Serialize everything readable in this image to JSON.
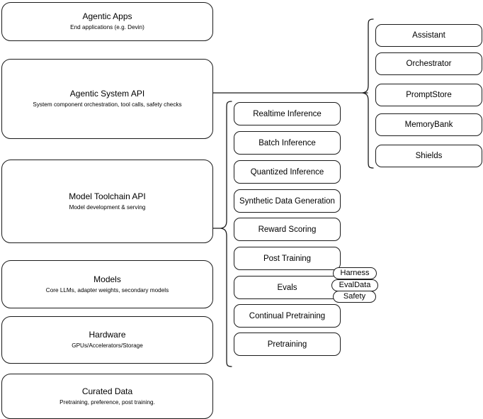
{
  "diagram": {
    "title": "Agentic stack layers diagram",
    "colors": {
      "background": "#ffffff",
      "stroke": "#1a1a1a",
      "text": "#000000"
    }
  },
  "stack_layers": [
    {
      "title": "Agentic Apps",
      "subtitle": "End applications (e.g. Devin)"
    },
    {
      "title": "Agentic System API",
      "subtitle": "System component orchestration, tool calls, safety checks"
    },
    {
      "title": "Model Toolchain API",
      "subtitle": "Model development & serving"
    },
    {
      "title": "Models",
      "subtitle": "Core LLMs, adapter weights, secondary models"
    },
    {
      "title": "Hardware",
      "subtitle": "GPUs/Accelerators/Storage"
    },
    {
      "title": "Curated Data",
      "subtitle": "Pretraining, preference, post training."
    }
  ],
  "toolchain_components": [
    {
      "label": "Realtime Inference"
    },
    {
      "label": "Batch Inference"
    },
    {
      "label": "Quantized Inference"
    },
    {
      "label": "Synthetic Data Generation"
    },
    {
      "label": "Reward Scoring"
    },
    {
      "label": "Post Training"
    },
    {
      "label": "Evals"
    },
    {
      "label": "Continual Pretraining"
    },
    {
      "label": "Pretraining"
    }
  ],
  "evals_subcomponents": [
    {
      "label": "Harness"
    },
    {
      "label": "EvalData"
    },
    {
      "label": "Safety"
    }
  ],
  "system_components": [
    {
      "label": "Assistant"
    },
    {
      "label": "Orchestrator"
    },
    {
      "label": "PromptStore"
    },
    {
      "label": "MemoryBank"
    },
    {
      "label": "Shields"
    }
  ]
}
